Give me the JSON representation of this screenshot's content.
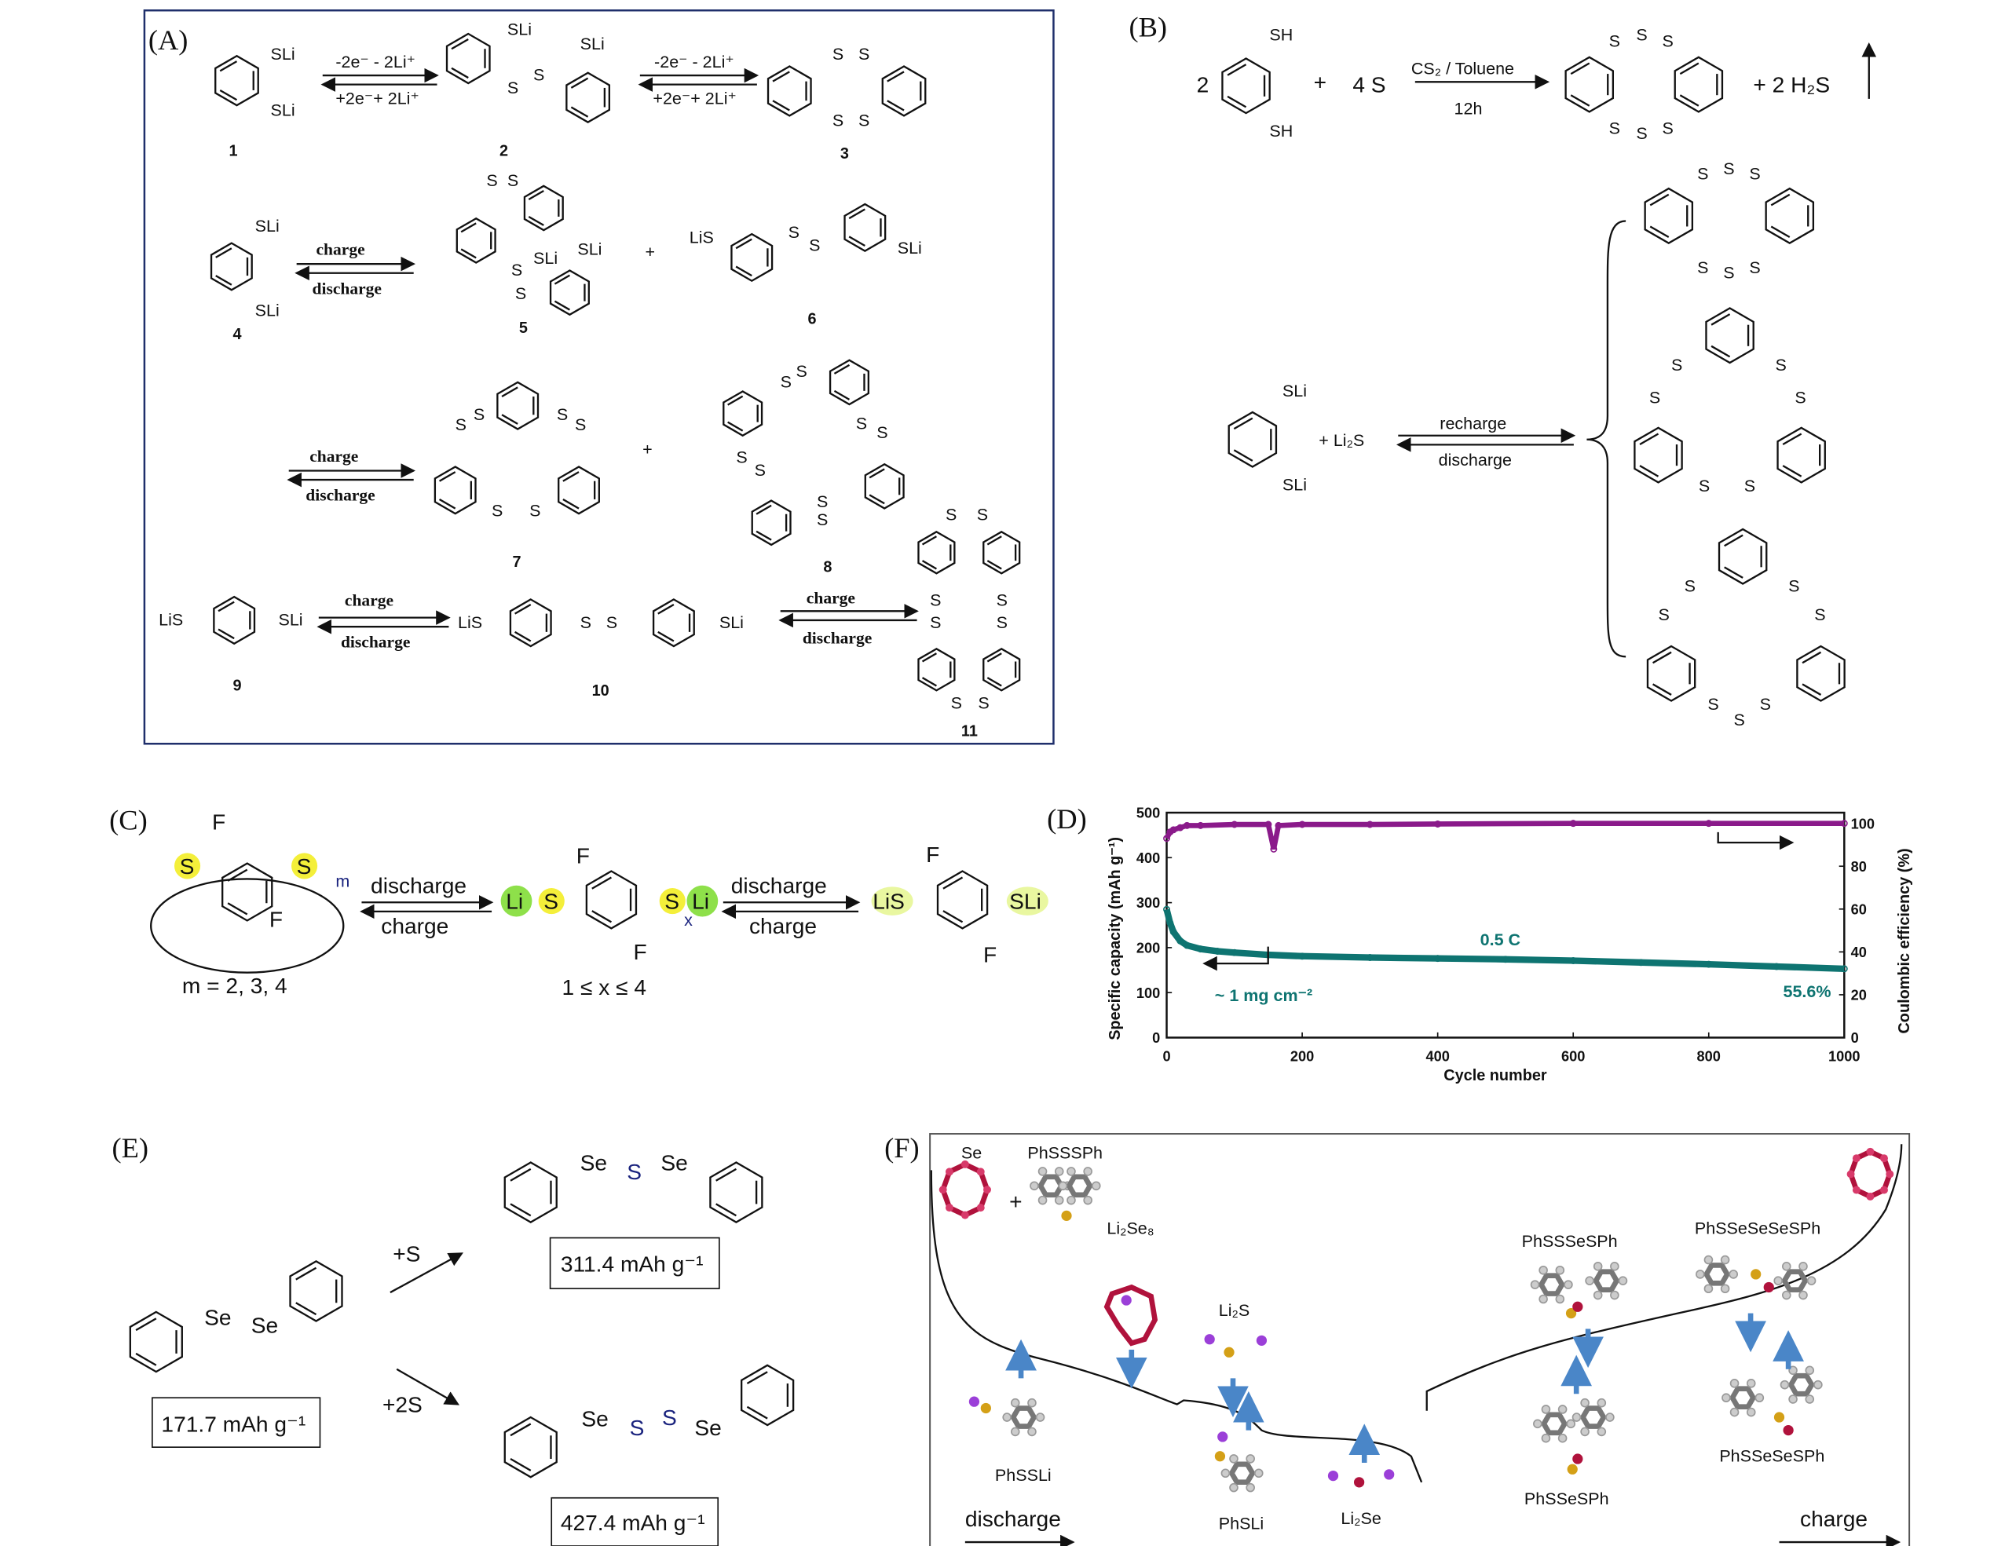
{
  "panels": {
    "A": {
      "label": "(A)",
      "ox_top": "-2e⁻ - 2Li⁺",
      "red_bottom": "+2e⁻+ 2Li⁺",
      "charge": "charge",
      "discharge": "discharge",
      "SLi": "SLi",
      "LiS": "LiS",
      "S": "S",
      "plus": "+",
      "compounds": [
        "1",
        "2",
        "3",
        "4",
        "5",
        "6",
        "7",
        "8",
        "9",
        "10",
        "11"
      ]
    },
    "B": {
      "label": "(B)",
      "coef_2": "2",
      "SH": "SH",
      "plus": "+",
      "reagent_4S": "4 S",
      "conditions_top": "CS₂ / Toluene",
      "conditions_bottom": "12h",
      "byproduct": "+  2 H₂S",
      "SLi": "SLi",
      "li2s": "+  Li₂S",
      "recharge": "recharge",
      "discharge": "discharge",
      "S": "S"
    },
    "C": {
      "label": "(C)",
      "F": "F",
      "S": "S",
      "Li": "Li",
      "m": "m",
      "m_values": "m = 2, 3, 4",
      "x": "x",
      "x_range": "1 ≤ x ≤ 4",
      "discharge": "discharge",
      "charge": "charge",
      "LiS": "LiS",
      "SLi": "SLi"
    },
    "D": {
      "label": "(D)",
      "annotation_rate": "0.5 C",
      "annotation_loading": "~ 1 mg cm⁻²",
      "annotation_retention": "55.6%"
    },
    "E": {
      "label": "(E)",
      "Se": "Se",
      "S": "S",
      "plus_S": "+S",
      "plus_2S": "+2S",
      "cap_start": "171.7 mAh g⁻¹",
      "cap_S": "311.4 mAh g⁻¹",
      "cap_2S": "427.4 mAh g⁻¹"
    },
    "F": {
      "label": "(F)",
      "Se": "Se",
      "PhSSSPh": "PhSSSPh",
      "Li2Se8": "Li₂Se₈",
      "Li2S": "Li₂S",
      "PhSSLi": "PhSSLi",
      "PhSLi": "PhSLi",
      "Li2Se": "Li₂Se",
      "PhSSSeSPh": "PhSSSeSPh",
      "PhSSeSeSeSPh": "PhSSeSeSeSPh",
      "PhSSeSPh": "PhSSeSPh",
      "PhSSeSeSPh": "PhSSeSeSPh",
      "discharge": "discharge",
      "charge": "charge"
    }
  },
  "colors": {
    "capacity": "#0e7471",
    "efficiency": "#8a1a8a",
    "panel_border": "#1f2f6b",
    "sulfur_highlight": "#f4ef3a",
    "lithium_highlight": "#8ee04a",
    "arrow_blue": "#4a86c8",
    "selenium": "#b0123c",
    "sulfur_atom": "#d4a017",
    "lithium_atom": "#9b3fd8"
  },
  "chart_data": {
    "type": "line",
    "xlabel": "Cycle number",
    "ylabel": "Specific capacity (mAh g⁻¹)",
    "ylabel_right": "Coulombic efficiency (%)",
    "xlim": [
      0,
      1000
    ],
    "ylim": [
      0,
      500
    ],
    "ylim_right": [
      0,
      105
    ],
    "xticks": [
      "0",
      "200",
      "400",
      "600",
      "800",
      "1000"
    ],
    "yticks": [
      "0",
      "100",
      "200",
      "300",
      "400",
      "500"
    ],
    "yticks_right": [
      "0",
      "20",
      "40",
      "60",
      "80",
      "100"
    ],
    "grid": false,
    "series": [
      {
        "axis": "left",
        "x": [
          0,
          5,
          10,
          20,
          30,
          50,
          75,
          100,
          150,
          200,
          300,
          400,
          500,
          600,
          700,
          800,
          900,
          1000
        ],
        "y": [
          285,
          255,
          235,
          215,
          205,
          197,
          192,
          189,
          184,
          181,
          178,
          176,
          174,
          171,
          167,
          163,
          158,
          153
        ]
      },
      {
        "axis": "right",
        "x": [
          0,
          5,
          10,
          20,
          30,
          50,
          100,
          150,
          158,
          165,
          200,
          300,
          400,
          600,
          800,
          1000
        ],
        "y": [
          93,
          96,
          97,
          98,
          99,
          99,
          99.5,
          99.5,
          88,
          99,
          99.5,
          99.5,
          99.7,
          100,
          100,
          100
        ]
      }
    ]
  }
}
